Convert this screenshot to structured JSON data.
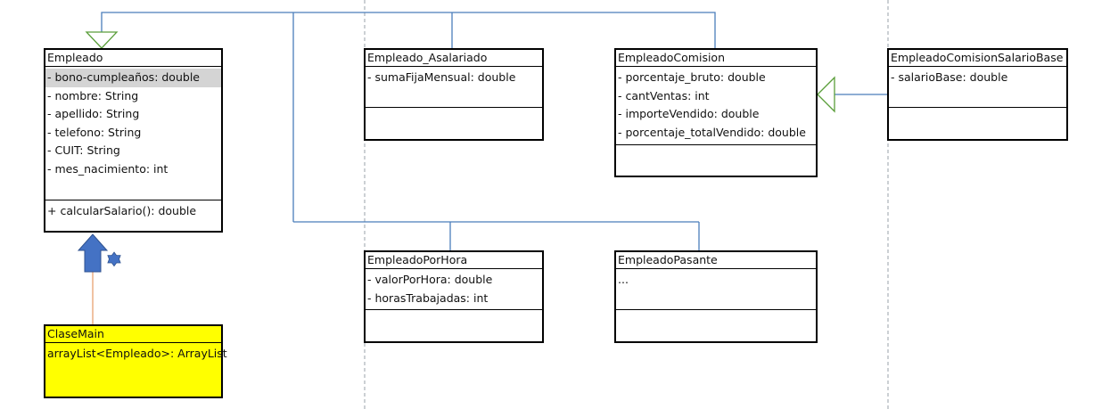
{
  "classes": {
    "empleado": {
      "name": "Empleado",
      "attributes": [
        "- bono-cumpleaños: double",
        "- nombre: String",
        "- apellido: String",
        "- telefono: String",
        "- CUIT: String",
        "- mes_nacimiento: int"
      ],
      "methods": [
        "+ calcularSalario(): double"
      ]
    },
    "asalariado": {
      "name": "Empleado_Asalariado",
      "attributes": [
        "- sumaFijaMensual: double"
      ],
      "methods": []
    },
    "comision": {
      "name": "EmpleadoComision",
      "attributes": [
        "- porcentaje_bruto: double",
        "- cantVentas: int",
        "- importeVendido: double",
        "- porcentaje_totalVendido: double"
      ],
      "methods": []
    },
    "comisionBase": {
      "name": "EmpleadoComisionSalarioBase",
      "attributes": [
        "- salarioBase: double"
      ],
      "methods": []
    },
    "porHora": {
      "name": "EmpleadoPorHora",
      "attributes": [
        "- valorPorHora: double",
        "- horasTrabajadas: int"
      ],
      "methods": []
    },
    "pasante": {
      "name": "EmpleadoPasante",
      "attributes": [
        "..."
      ],
      "methods": []
    },
    "main": {
      "name": "ClaseMain",
      "attributes": [
        "arrayList<Empleado>: ArrayList"
      ]
    }
  },
  "colors": {
    "inheritance_line": "#4a7ebb",
    "inheritance_arrow": "#5a9e3a",
    "dependency_arrow": "#4472c4",
    "main_link": "#e8a070",
    "main_fill": "#ffff00",
    "highlight_row": "#d4d4d4"
  }
}
